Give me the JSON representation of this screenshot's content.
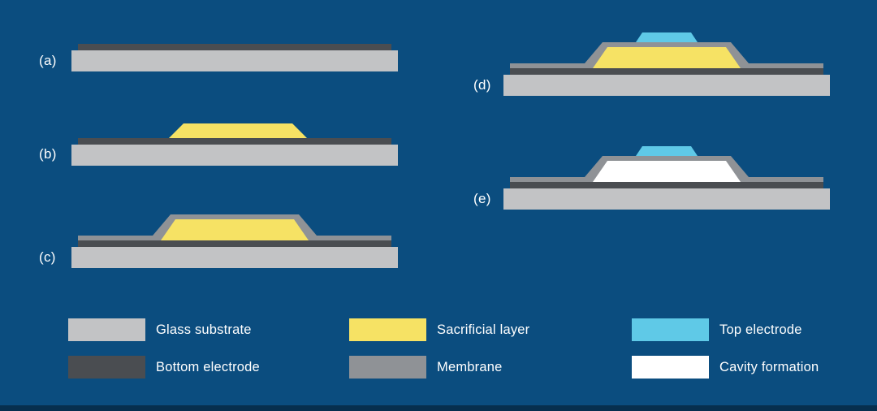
{
  "title": "Fabrication process steps diagram",
  "colors": {
    "background": "#0b4d7f",
    "footer_strip": "#072f4e",
    "glass_substrate": "#c2c3c5",
    "bottom_electrode": "#4a4d51",
    "sacrificial_layer": "#f6e264",
    "membrane": "#8f9296",
    "top_electrode": "#5fc9e7",
    "cavity": "#ffffff",
    "text": "#ffffff"
  },
  "steps": [
    {
      "label": "(a)"
    },
    {
      "label": "(b)"
    },
    {
      "label": "(c)"
    },
    {
      "label": "(d)"
    },
    {
      "label": "(e)"
    }
  ],
  "legend": [
    {
      "name": "Glass substrate"
    },
    {
      "name": "Bottom electrode"
    },
    {
      "name": "Sacrificial layer"
    },
    {
      "name": "Membrane"
    },
    {
      "name": "Top electrode"
    },
    {
      "name": "Cavity formation"
    }
  ]
}
